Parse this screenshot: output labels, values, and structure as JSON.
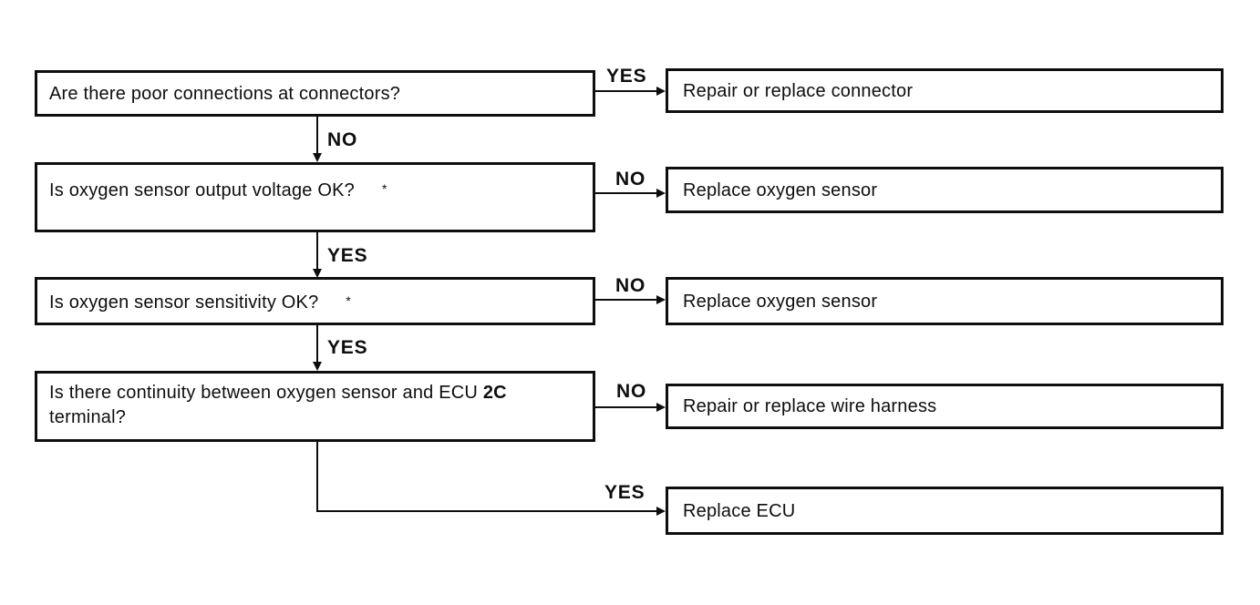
{
  "page": {
    "background_color": "#ffffff",
    "ink_color": "#0e0e0e"
  },
  "flowchart": {
    "questions": [
      {
        "text": "Are there poor connections at connectors?"
      },
      {
        "text": "Is oxygen sensor output voltage OK?",
        "footnote_mark": "*"
      },
      {
        "text": "Is oxygen sensor sensitivity OK?",
        "footnote_mark": "*"
      },
      {
        "line1_regular": "Is there continuity between oxygen sensor and ECU",
        "line1_bold": "2C",
        "line2": "terminal?"
      }
    ],
    "actions": [
      {
        "text": "Repair or replace connector"
      },
      {
        "text": "Replace oxygen sensor"
      },
      {
        "text": "Replace oxygen sensor"
      },
      {
        "text": "Repair or replace wire harness"
      },
      {
        "text": "Replace ECU"
      }
    ],
    "branches": {
      "q1_yes_right": "YES",
      "q1_no_down": "NO",
      "q2_no_right": "NO",
      "q2_yes_down": "YES",
      "q3_no_right": "NO",
      "q3_yes_down": "YES",
      "q4_no_right": "NO",
      "q4_yes_right": "YES"
    }
  }
}
